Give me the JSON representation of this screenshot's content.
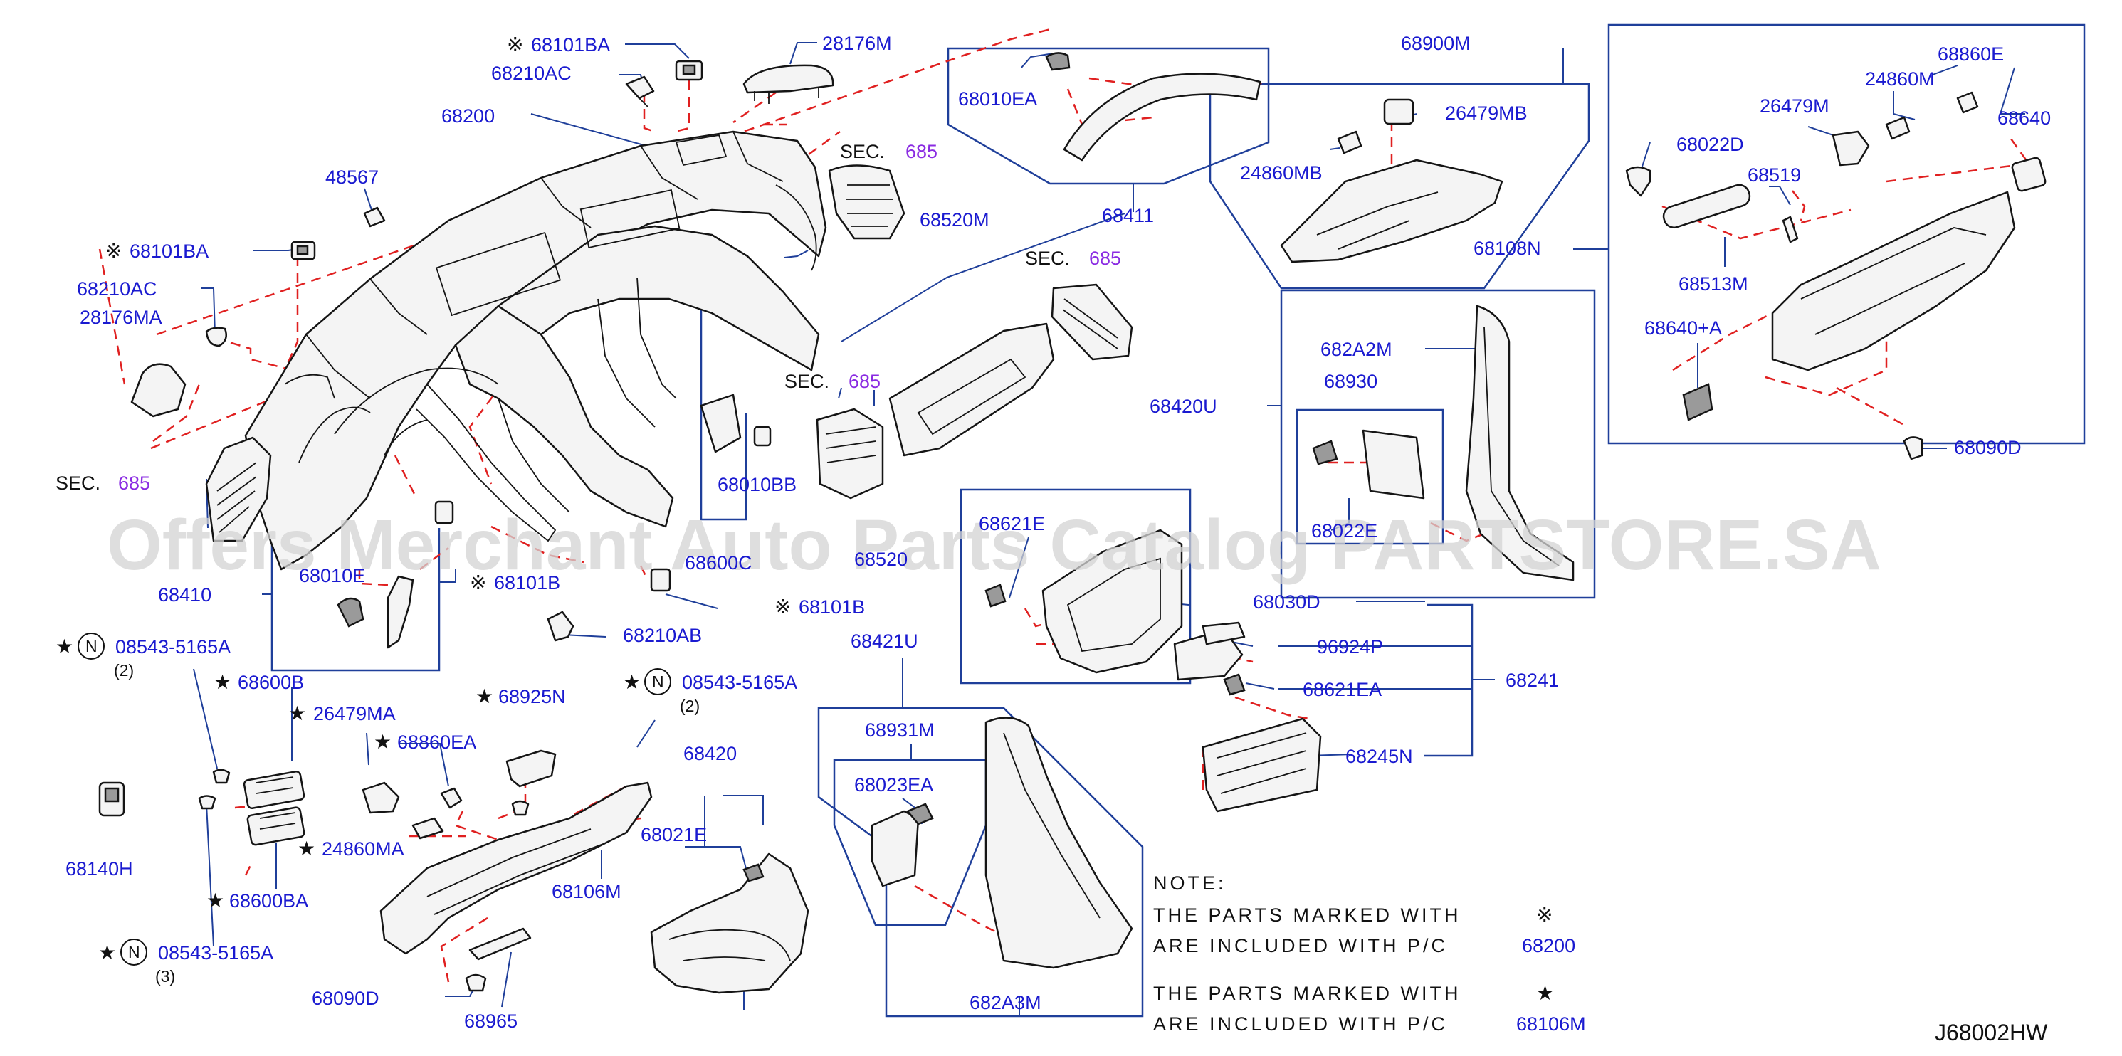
{
  "watermark": "Offers Merchant Auto Parts Catalog PARTSTORE.SA",
  "diagram_code": "J68002HW",
  "colors": {
    "label": "#1a1ad0",
    "section_ref": "#8a2be2",
    "dashed_lead": "#e02020",
    "box": "#1f3f9a"
  },
  "markers": {
    "included_pc": "※",
    "star": "★",
    "circle_n": "N"
  },
  "sections": {
    "sec": "SEC.",
    "ref": "685"
  },
  "note": {
    "title": "NOTE:",
    "line1a": "THE  PARTS  MARKED  WITH",
    "line1b": "ARE  INCLUDED  WITH  P/C",
    "part1": "68200",
    "line2a": "THE  PARTS  MARKED  WITH",
    "line2b": "ARE  INCLUDED  WITH  P/C",
    "part2": "68106M"
  },
  "labels": {
    "p68101BA_top": "68101BA",
    "p68210AC_top": "68210AC",
    "p28176M": "28176M",
    "p68200": "68200",
    "p48567": "48567",
    "p68101BA_left": "68101BA",
    "p68210AC_left": "68210AC",
    "p28176MA": "28176MA",
    "p68410": "68410",
    "p68010E": "68010E",
    "p68101B": "68101B",
    "p68210AB": "68210AB",
    "p68101B_2": "68101B",
    "p68010BB": "68010BB",
    "p68600C": "68600C",
    "p68520M": "68520M",
    "p68010EA": "68010EA",
    "p68411": "68411",
    "p68900M": "68900M",
    "p26479MB": "26479MB",
    "p24860MB": "24860MB",
    "p68108N": "68108N",
    "p68860E": "68860E",
    "p26479M": "26479M",
    "p24860M": "24860M",
    "p68640": "68640",
    "p68022D": "68022D",
    "p68519": "68519",
    "p68513M": "68513M",
    "p68640A": "68640+A",
    "p68090D_right": "68090D",
    "p682A2M": "682A2M",
    "p68930": "68930",
    "p68420U": "68420U",
    "p68022E": "68022E",
    "p68621E": "68621E",
    "p68520": "68520",
    "p68030D": "68030D",
    "p96924P": "96924P",
    "p68621EA": "68621EA",
    "p68241": "68241",
    "p68245N": "68245N",
    "p68421U": "68421U",
    "p68931M": "68931M",
    "p68023EA": "68023EA",
    "p682A3M": "682A3M",
    "p68420": "68420",
    "p68021E": "68021E",
    "p08543_a": "08543-5165A",
    "p08543_a_qty": "(2)",
    "p68600B": "68600B",
    "p26479MA": "26479MA",
    "p68860EA": "68860EA",
    "p68925N": "68925N",
    "p08543_b": "08543-5165A",
    "p08543_b_qty": "(2)",
    "p24860MA": "24860MA",
    "p68600BA": "68600BA",
    "p68106M": "68106M",
    "p68140H": "68140H",
    "p08543_c": "08543-5165A",
    "p08543_c_qty": "(3)",
    "p68090D_left": "68090D",
    "p68965": "68965"
  }
}
